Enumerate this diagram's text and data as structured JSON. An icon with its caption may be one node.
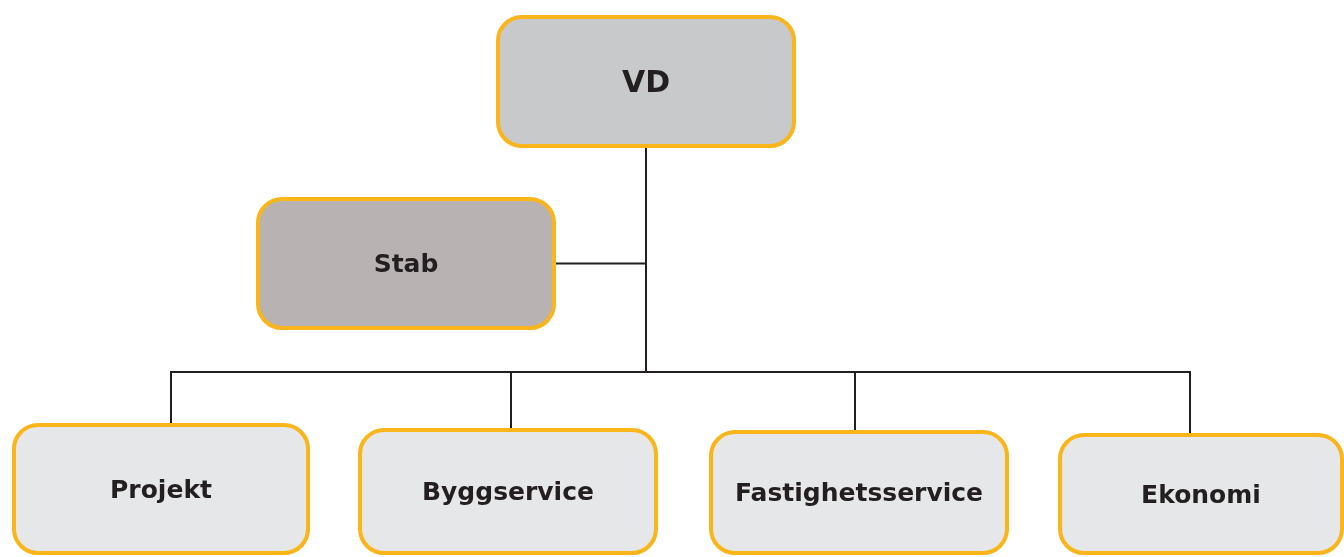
{
  "diagram": {
    "nodes": [
      {
        "text": [
          "VD"
        ]
      },
      {
        "text": [
          "Stab"
        ]
      },
      {
        "text": [
          "Projekt"
        ]
      },
      {
        "text": [
          "Byggservice"
        ]
      },
      {
        "text": [
          "Fastighetsservice"
        ]
      },
      {
        "text": [
          "Ekonomi"
        ]
      }
    ],
    "edges": [
      {
        "from": 0,
        "to": 1,
        "arrow": "none"
      },
      {
        "from": 0,
        "to": 2,
        "arrow": "none"
      },
      {
        "from": 0,
        "to": 3,
        "arrow": "none"
      },
      {
        "from": 0,
        "to": 4,
        "arrow": "none"
      },
      {
        "from": 0,
        "to": 5,
        "arrow": "none"
      }
    ]
  }
}
